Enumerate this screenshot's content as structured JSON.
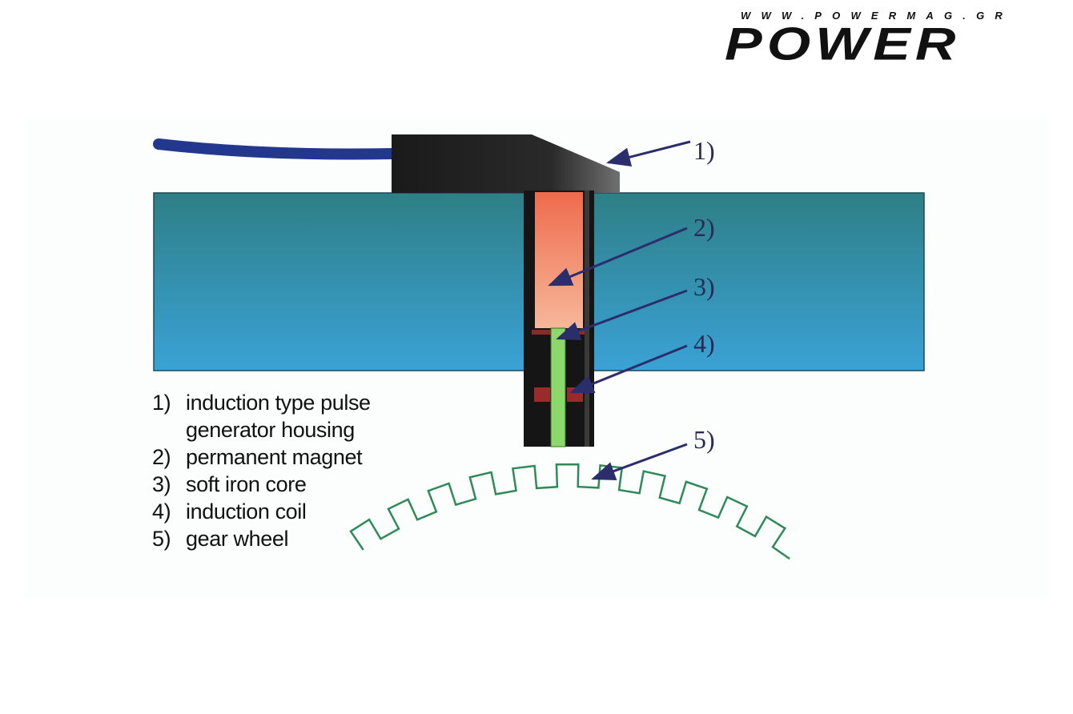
{
  "brand": {
    "url": "WWW.POWERMAG.GR",
    "wordmark": "POWER"
  },
  "callouts": [
    "1)",
    "2)",
    "3)",
    "4)",
    "5)"
  ],
  "legend": [
    {
      "num": "1)",
      "text": "induction type pulse generator housing"
    },
    {
      "num": "2)",
      "text": "permanent magnet"
    },
    {
      "num": "3)",
      "text": "soft iron core"
    },
    {
      "num": "4)",
      "text": "induction coil"
    },
    {
      "num": "5)",
      "text": "gear wheel"
    }
  ],
  "colors": {
    "cable": "#23378f",
    "housing": "#1c1c1c",
    "plate_top": "#2e7f86",
    "plate_bottom": "#3aa2d6",
    "magnet": "#f0805c",
    "core": "#8dd86a",
    "coil": "#9b2b2b",
    "gear": "#2f8a5a",
    "arrow": "#2b2e6b",
    "text": "#111111"
  }
}
